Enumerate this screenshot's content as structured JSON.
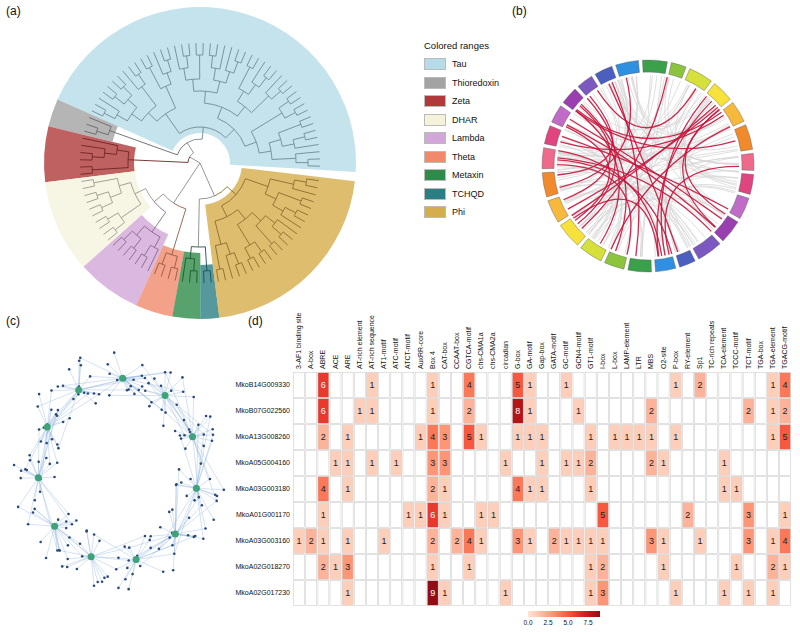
{
  "diagram": {
    "labels": [
      "(a)",
      "(b)",
      "(c)",
      "(d)",
      "Colored ranges",
      "3-AF1 binding site",
      "A-box",
      "ABRE",
      "ACE",
      "ARE",
      "AT-rich element",
      "AT-rich sequence",
      "AT1-motif",
      "ATC-motif",
      "ATCT-motif",
      "AuxRR-core",
      "Box 4",
      "CAT-box",
      "CCAAT-box",
      "CGTCA-motif",
      "chs-CMA1a",
      "chs-CMA2a",
      "circadian",
      "G-box",
      "GA-motif",
      "Gap-box",
      "GATA-motif",
      "GC-motif",
      "GCN4-motif",
      "GT1-motif",
      "I-box",
      "L-box",
      "LAMP-element",
      "LTR",
      "MBS",
      "O2-site",
      "P-box",
      "RY-element",
      "Sp1",
      "TC-rich repeats",
      "TCA-element",
      "TCCC-motif",
      "TCT-motif",
      "TGA-box",
      "TGA-element",
      "TGACG-motif",
      "MkoB14G009330",
      "MkoB07G022560",
      "MkoA13G008260",
      "MkoA05G004160",
      "MkoA03G003180",
      "MkoA01G001170",
      "MkoA03G003160",
      "MkoA02G018270",
      "MkoA02G017230",
      "6",
      "1",
      "1",
      "4",
      "5",
      "1",
      "1",
      "1",
      "2",
      "1",
      "4",
      "6",
      "1",
      "1",
      "1",
      "2",
      "8",
      "1",
      "1",
      "2",
      "2",
      "1",
      "2",
      "2",
      "1",
      "1",
      "4",
      "3",
      "5",
      "1",
      "1",
      "1",
      "1",
      "1",
      "1",
      "1",
      "1",
      "1",
      "1",
      "1",
      "5",
      "1",
      "1",
      "1",
      "1",
      "3",
      "3",
      "1",
      "1",
      "1",
      "1",
      "2",
      "2",
      "1",
      "1",
      "4",
      "1",
      "2",
      "1",
      "4",
      "1",
      "1",
      "1",
      "1",
      "1",
      "1",
      "1",
      "1",
      "6",
      "1",
      "1",
      "1",
      "5",
      "2",
      "3",
      "1",
      "1",
      "2",
      "1",
      "1",
      "1",
      "2",
      "2",
      "4",
      "1",
      "3",
      "1",
      "2",
      "1",
      "1",
      "1",
      "1",
      "3",
      "1",
      "1",
      "3",
      "1",
      "4",
      "2",
      "1",
      "3",
      "1",
      "1",
      "1",
      "2",
      "1",
      "1",
      "2",
      "1",
      "1",
      "9",
      "1",
      "1",
      "1",
      "3",
      "1",
      "1",
      "1",
      "1",
      "0.0",
      "2.5",
      "5.0",
      "7.5"
    ],
    "legend": [
      {
        "text": "Tau",
        "color": "#b5dce8"
      },
      {
        "text": "Thioredoxin",
        "color": "#a3a3a3"
      },
      {
        "text": "Zeta",
        "color": "#b03a3a"
      },
      {
        "text": "DHAR",
        "color": "#f5f2dc"
      },
      {
        "text": "Lambda",
        "color": "#d2a6d8"
      },
      {
        "text": "Theta",
        "color": "#f08a6a"
      },
      {
        "text": "Metaxin",
        "color": "#2e8b4a"
      },
      {
        "text": "TCHQD",
        "color": "#2b7f84"
      },
      {
        "text": "Phi",
        "color": "#d6ad4b"
      }
    ]
  }
}
